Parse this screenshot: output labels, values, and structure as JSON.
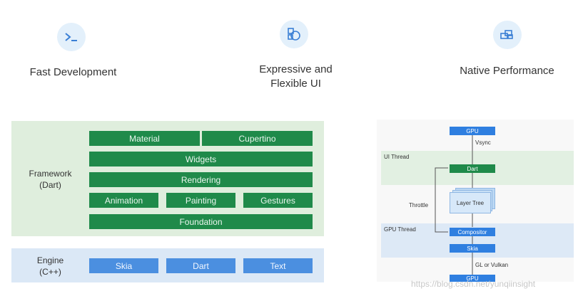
{
  "features": [
    {
      "icon": "terminal-prompt-icon",
      "label_line1": "Fast Development",
      "label_line2": ""
    },
    {
      "icon": "shapes-icon",
      "label_line1": "Expressive and",
      "label_line2": "Flexible UI"
    },
    {
      "icon": "layers-icon",
      "label_line1": "Native Performance",
      "label_line2": ""
    }
  ],
  "architecture": {
    "framework_label_line1": "Framework",
    "framework_label_line2": "(Dart)",
    "engine_label_line1": "Engine",
    "engine_label_line2": "(C++)",
    "framework_layers": {
      "material": "Material",
      "cupertino": "Cupertino",
      "widgets": "Widgets",
      "rendering": "Rendering",
      "animation": "Animation",
      "painting": "Painting",
      "gestures": "Gestures",
      "foundation": "Foundation"
    },
    "engine_layers": {
      "skia": "Skia",
      "dart": "Dart",
      "text": "Text"
    }
  },
  "threads": {
    "gpu_top": "GPU",
    "vsync": "Vsync",
    "ui_thread": "UI Thread",
    "dart": "Dart",
    "layer_tree": "Layer Tree",
    "throttle": "Throttle",
    "gpu_thread": "GPU Thread",
    "compositor": "Compositor",
    "skia": "Skia",
    "gl_vulkan": "GL or Vulkan",
    "gpu_bottom": "GPU"
  },
  "watermark": "https://blog.csdn.net/yunqiinsight",
  "colors": {
    "framework_green": "#1f8a4a",
    "framework_panel": "#dfeedd",
    "engine_blue": "#4b8fe0",
    "engine_panel": "#dbe8f6",
    "thread_blue": "#2f7fe0"
  }
}
